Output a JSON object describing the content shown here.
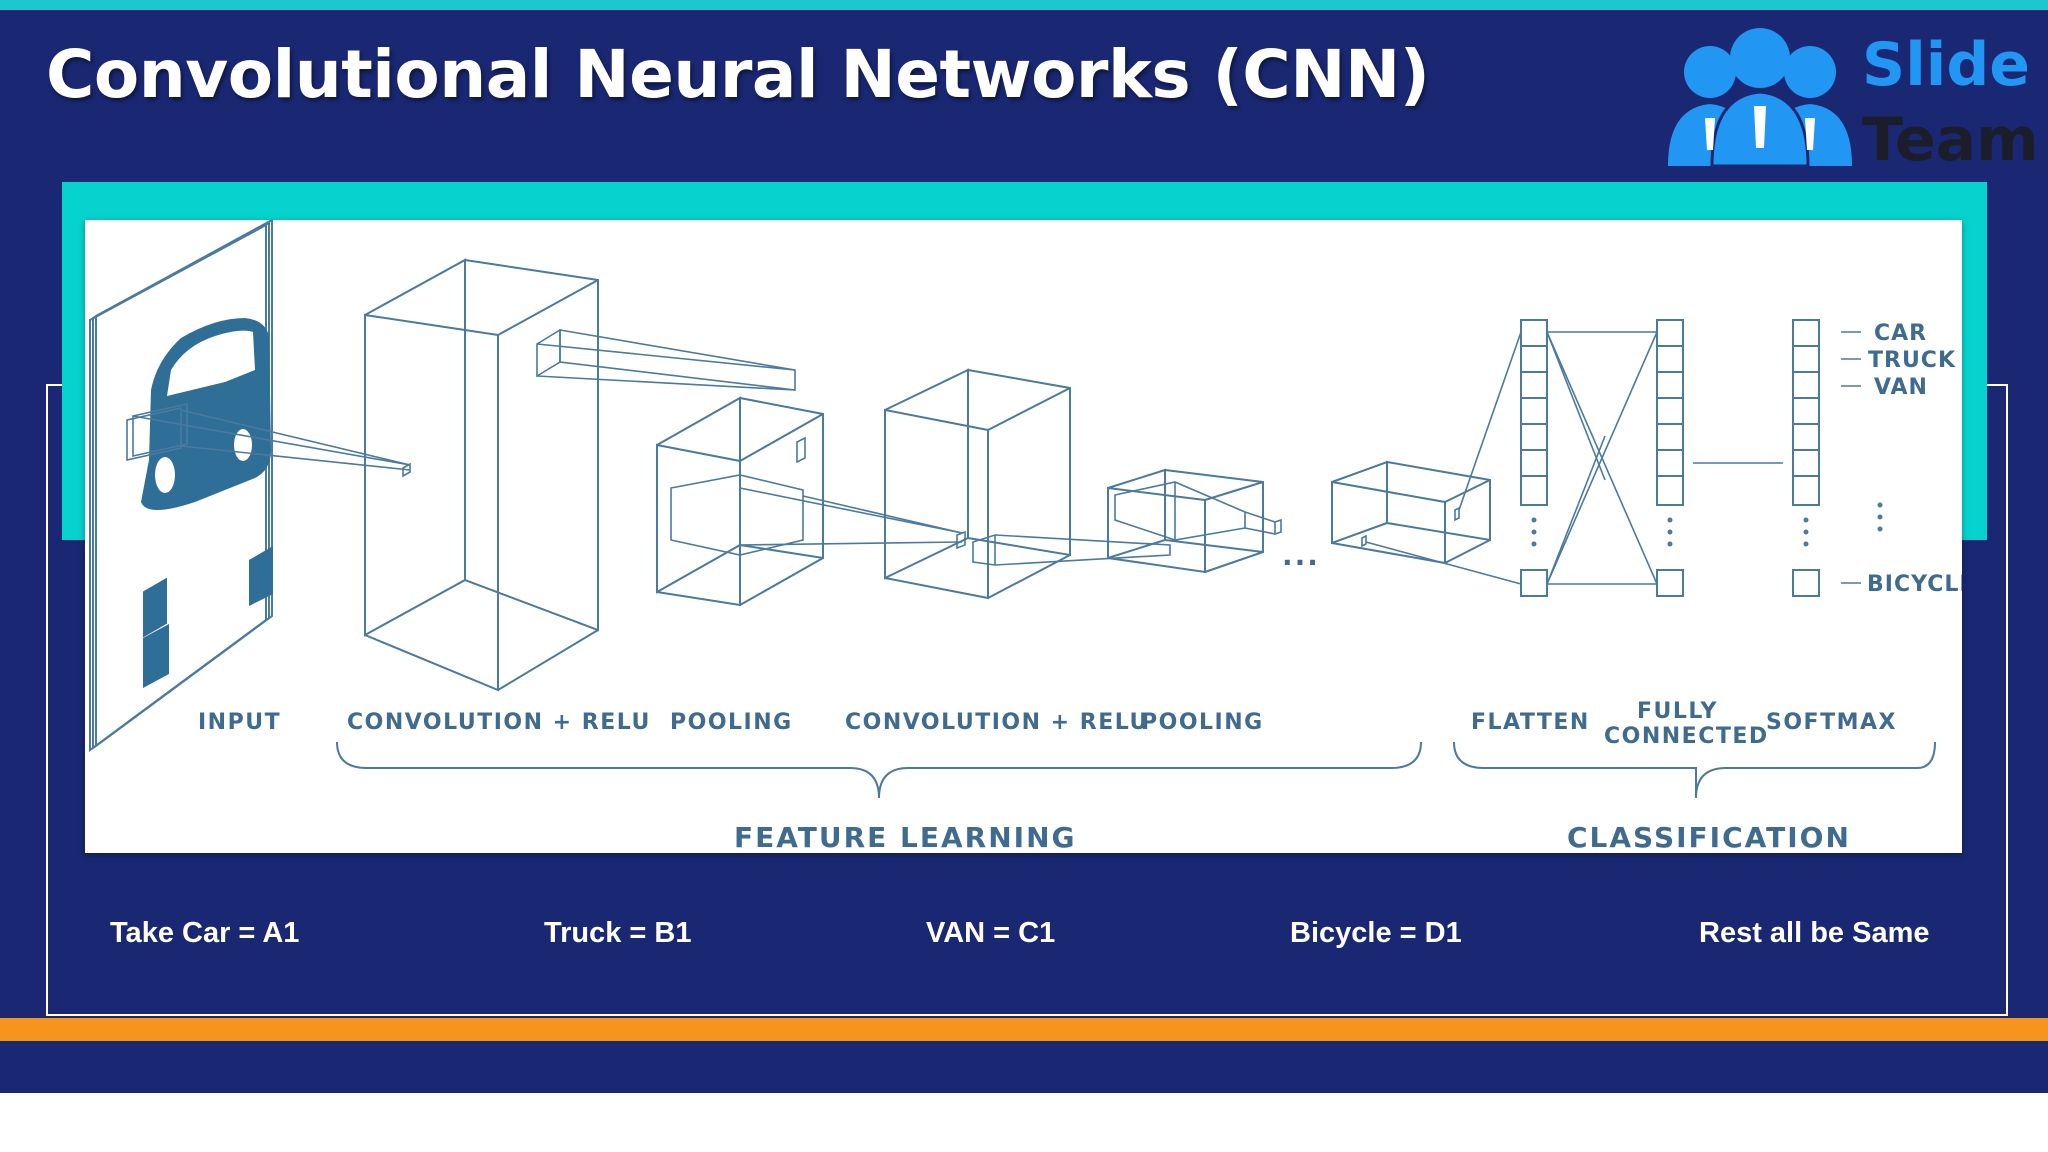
{
  "slide": {
    "title": "Convolutional Neural Networks (CNN)",
    "colors": {
      "background": "#1a2874",
      "accent_teal": "#06d3cd",
      "accent_orange": "#f7941d",
      "diagram_ink": "#4a7a9e"
    }
  },
  "logo": {
    "line1": "Slide",
    "line2": "Team",
    "icon": "people-group-icon"
  },
  "diagram": {
    "stages": [
      "INPUT",
      "CONVOLUTION + RELU",
      "POOLING",
      "CONVOLUTION + RELU",
      "POOLING",
      "FLATTEN",
      "FULLY",
      "CONNECTED",
      "SOFTMAX"
    ],
    "groups": [
      "FEATURE LEARNING",
      "CLASSIFICATION"
    ],
    "outputs": [
      "CAR",
      "TRUCK",
      "VAN",
      "BICYCLE"
    ],
    "ellipsis": "..."
  },
  "captions": [
    "Take Car  = A1",
    "Truck = B1",
    "VAN = C1",
    "Bicycle = D1",
    "Rest all be Same"
  ]
}
